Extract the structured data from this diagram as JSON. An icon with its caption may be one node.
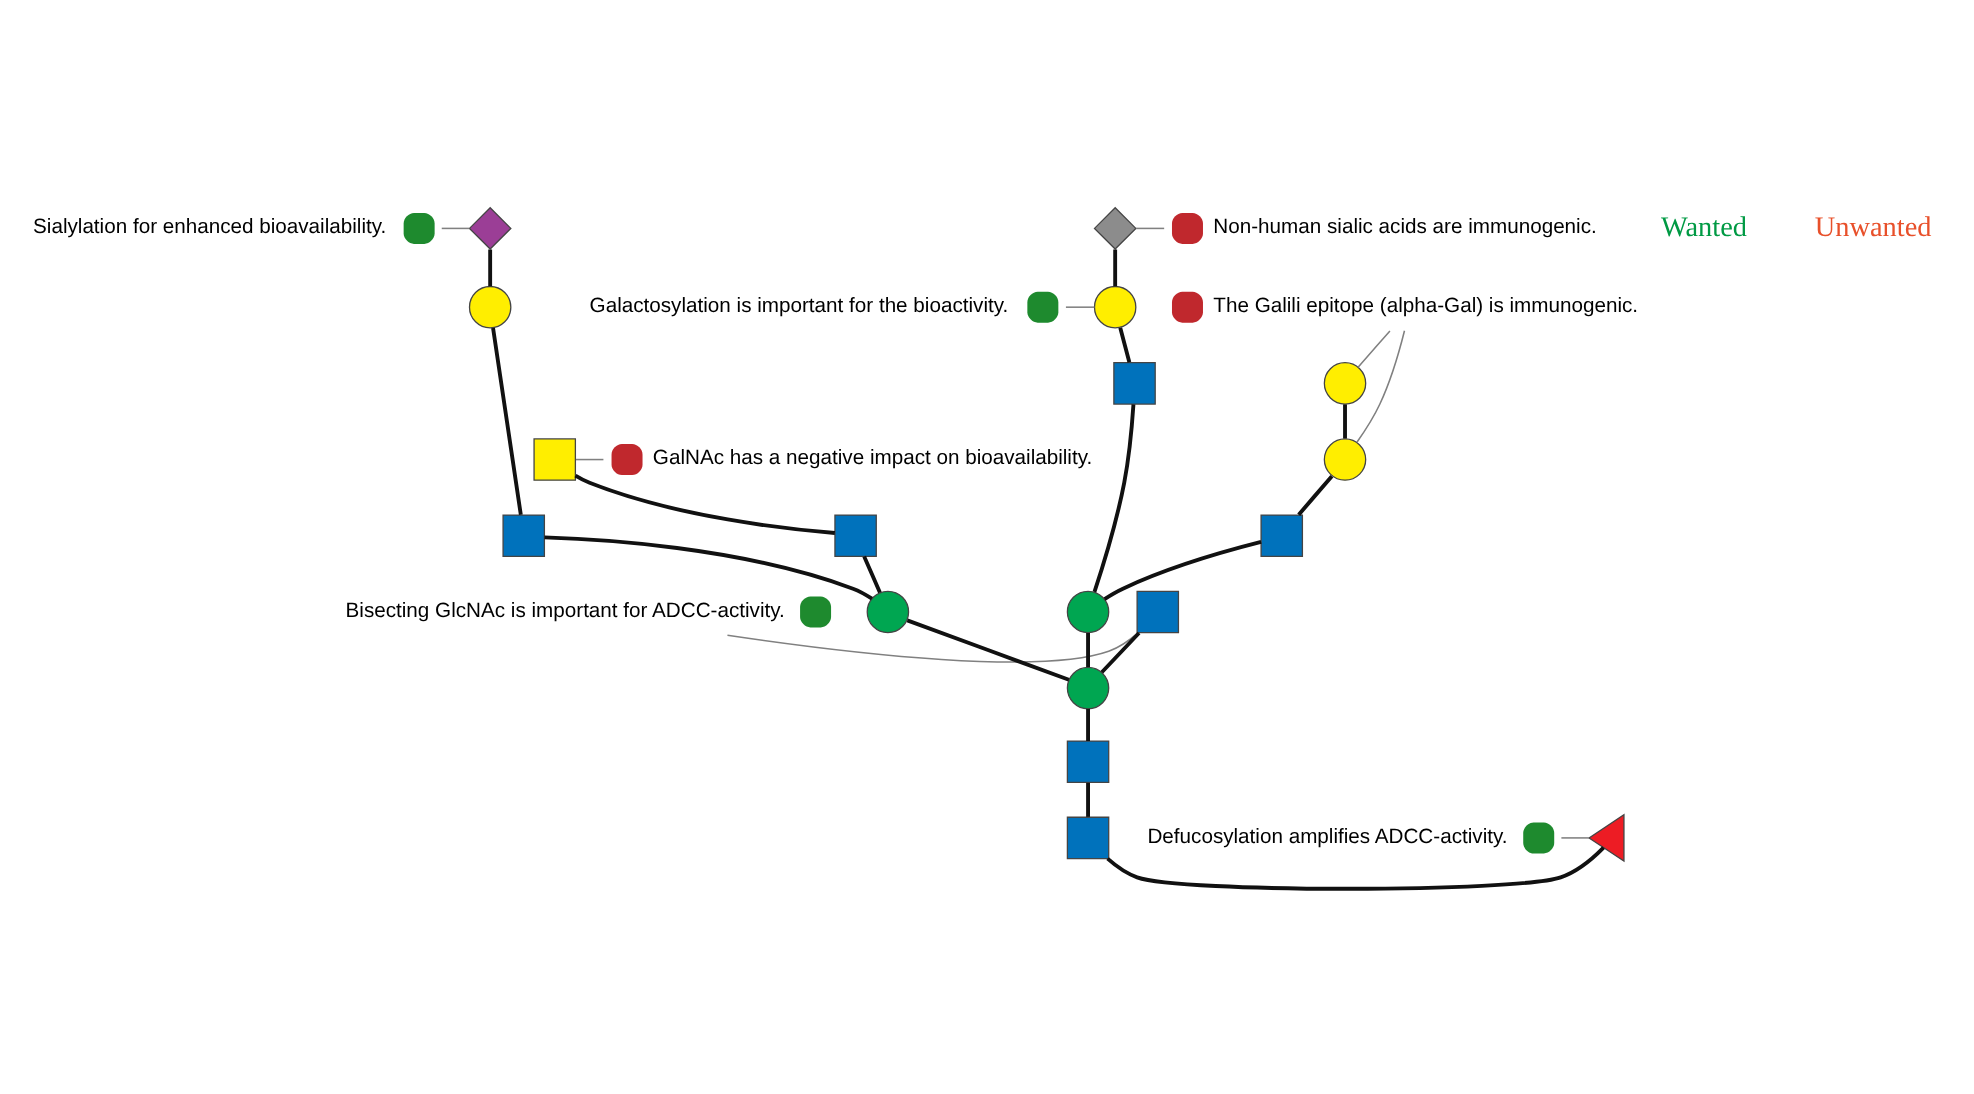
{
  "diagram": {
    "nodes": [
      {
        "text": [
          "Sialylation for enhanced bioavailability."
        ]
      },
      {
        "text": [
          "Non-human sialic acids are immunogenic."
        ]
      },
      {
        "text": [],
        "shape": "diamond"
      },
      {
        "text": [],
        "shape": "diamond"
      },
      {
        "text": [],
        "shape": "circle"
      },
      {
        "text": [
          "Galactosylation is important for the bioactivity."
        ]
      },
      {
        "text": [
          "The Galili epitope (alpha-Gal) is immunogenic."
        ]
      },
      {
        "text": [],
        "shape": "circle"
      },
      {
        "text": [],
        "shape": "box"
      },
      {
        "text": [],
        "shape": "circle"
      },
      {
        "text": [],
        "shape": "circle"
      },
      {
        "text": [
          "GalNAc has a negative impact on bioavailability."
        ]
      },
      {
        "text": [],
        "shape": "box"
      },
      {
        "text": [],
        "shape": "box"
      },
      {
        "text": [],
        "shape": "box"
      },
      {
        "text": [],
        "shape": "box"
      },
      {
        "text": [
          "Bisecting GlcNAc is important for ADCC-activity."
        ]
      },
      {
        "text": [],
        "shape": "circle"
      },
      {
        "text": [],
        "shape": "box"
      },
      {
        "text": [],
        "shape": "circle"
      },
      {
        "text": [],
        "shape": "circle"
      },
      {
        "text": [],
        "shape": "box"
      },
      {
        "text": [
          "Defucosylation amplifies ADCC-activity."
        ]
      },
      {
        "text": [],
        "shape": "triangle"
      },
      {
        "text": [],
        "shape": "box"
      }
    ],
    "edges": [
      {
        "from": 24,
        "to": 23,
        "arrow": "none"
      },
      {
        "from": 24,
        "to": 21,
        "arrow": "none"
      },
      {
        "from": 21,
        "to": 20,
        "arrow": "none"
      },
      {
        "from": 20,
        "to": 17,
        "arrow": "none"
      },
      {
        "from": 20,
        "to": 18,
        "arrow": "none"
      },
      {
        "from": 20,
        "to": 19,
        "arrow": "none"
      },
      {
        "from": 17,
        "to": 12,
        "arrow": "none"
      },
      {
        "from": 17,
        "to": 13,
        "arrow": "none"
      },
      {
        "from": 19,
        "to": 14,
        "arrow": "none"
      },
      {
        "from": 19,
        "to": 15,
        "arrow": "none"
      },
      {
        "from": 12,
        "to": 7,
        "arrow": "none"
      },
      {
        "from": 7,
        "to": 2,
        "arrow": "none"
      },
      {
        "from": 13,
        "to": 8,
        "arrow": "none"
      },
      {
        "from": 14,
        "to": 9,
        "arrow": "none"
      },
      {
        "from": 9,
        "to": 3,
        "arrow": "none"
      },
      {
        "from": 15,
        "to": 10,
        "arrow": "none"
      },
      {
        "from": 10,
        "to": 4,
        "arrow": "none"
      },
      {
        "from": 0,
        "to": 2,
        "arrow": "none",
        "color": "#808080"
      },
      {
        "from": 3,
        "to": 1,
        "arrow": "none",
        "color": "#808080"
      },
      {
        "from": 5,
        "to": 9,
        "arrow": "none",
        "color": "#808080"
      },
      {
        "from": 4,
        "to": 6,
        "arrow": "none",
        "color": "#808080"
      },
      {
        "from": 10,
        "to": 6,
        "arrow": "none",
        "color": "#808080"
      },
      {
        "from": 8,
        "to": 11,
        "arrow": "none",
        "color": "#808080"
      },
      {
        "from": 16,
        "to": 18,
        "arrow": "none",
        "color": "#808080"
      },
      {
        "from": 22,
        "to": 23,
        "arrow": "none",
        "color": "#808080"
      }
    ],
    "labels": [
      "Wanted",
      "Unwanted"
    ]
  }
}
